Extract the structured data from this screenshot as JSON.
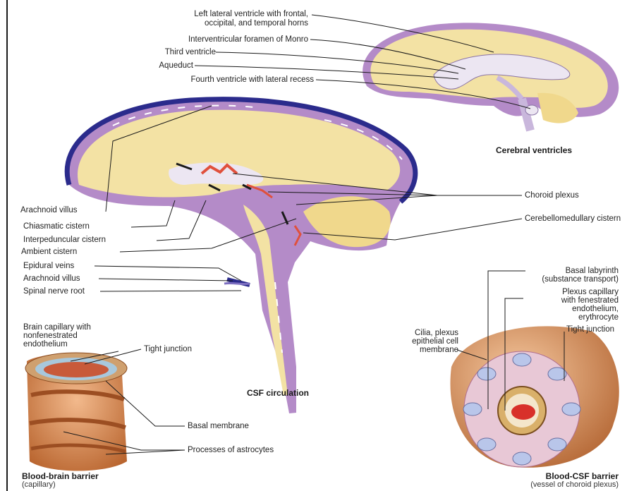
{
  "ventricles": {
    "labels": [
      "Left lateral ventricle with frontal,",
      "occipital, and temporal horns",
      "Interventricular foramen of Monro",
      "Third ventricle",
      "Aqueduct",
      "Fourth ventricle with lateral recess"
    ],
    "caption": "Cerebral ventricles"
  },
  "circulation": {
    "right_labels": [
      "Choroid plexus",
      "Cerebellomedullary cistern"
    ],
    "left_labels": [
      "Arachnoid villus",
      "Chiasmatic cistern",
      "Interpeduncular cistern",
      "Ambient cistern",
      "Epidural veins",
      "Arachnoid villus",
      "Spinal nerve root"
    ],
    "caption": "CSF circulation"
  },
  "bbb": {
    "labels": [
      "Brain capillary with",
      "nonfenestrated",
      "endothelium",
      "Tight junction",
      "Basal membrane",
      "Processes of astrocytes"
    ],
    "caption": "Blood-brain barrier",
    "subcaption": "(capillary)"
  },
  "bcsf": {
    "labels": [
      "Basal labyrinth",
      "(substance transport)",
      "Plexus capillary",
      "with fenestrated",
      "endothelium,",
      "erythrocyte",
      "Tight junction",
      "Cilia, plexus",
      "epithelial cell",
      "membrane"
    ],
    "caption": "Blood-CSF barrier",
    "subcaption": "(vessel of choroid plexus)"
  },
  "colors": {
    "brain": "#f3e2a4",
    "csf": "#b48bc8",
    "dura": "#2b2b8c",
    "ventricle": "#ece6f2",
    "plexus": "#e0503c",
    "vessel": "#d58a56"
  }
}
